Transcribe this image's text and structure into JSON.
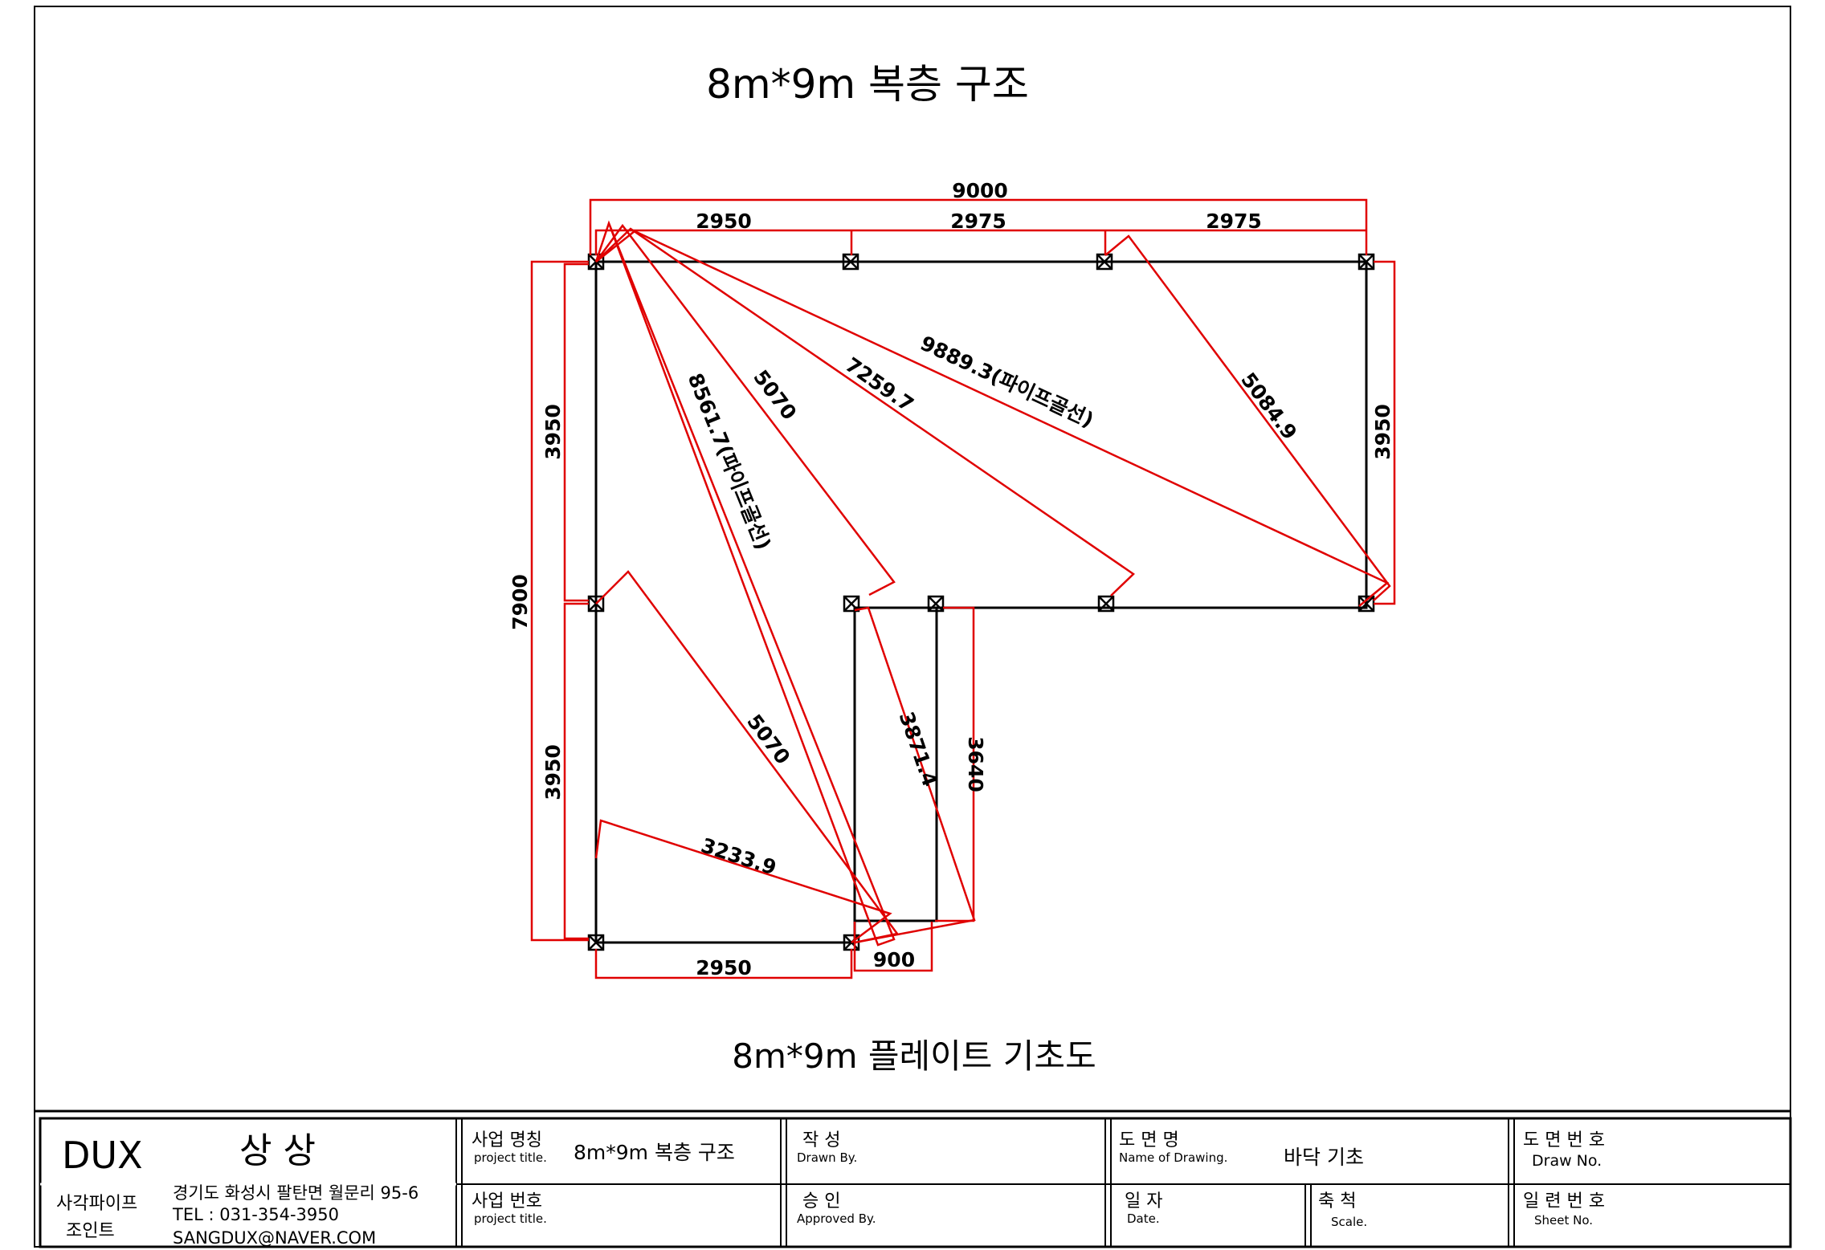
{
  "drawing": {
    "top_title": "8m*9m  복층 구조",
    "bottom_title": "8m*9m  플레이트 기초도",
    "dimensions": {
      "overall_width": "9000",
      "top_seg_1": "2950",
      "top_seg_2": "2975",
      "top_seg_3": "2975",
      "left_upper": "3950",
      "left_total": "7900",
      "left_lower": "3950",
      "right_upper": "3950",
      "bottom_left": "2950",
      "bottom_small": "900",
      "ext_height": "3640"
    },
    "diagonals": {
      "d1": "8561.7(파이프골선)",
      "d2": "5070",
      "d3": "7259.7",
      "d4": "9889.3(파이프골선)",
      "d5": "5084.9",
      "d6": "5070",
      "d7": "3871.4",
      "d8": "3233.9"
    }
  },
  "title_block": {
    "company_logo": "DUX",
    "company_name": "상 상",
    "company_line1": "사각파이프",
    "company_line2": "조인트",
    "address": "경기도 화성시 팔탄면 월문리 95-6",
    "tel": "TEL : 031-354-3950",
    "email": "SANGDUX@NAVER.COM",
    "project_name_label": "사업 명칭",
    "project_name_sub": "project title.",
    "project_name_value": "8m*9m  복층 구조",
    "project_no_label": "사업 번호",
    "project_no_sub": "project title.",
    "drawn_label": "작   성",
    "drawn_sub": "Drawn By.",
    "approved_label": "승   인",
    "approved_sub": "Approved By.",
    "drawing_name_label": "도  면  명",
    "drawing_name_sub": "Name of Drawing.",
    "drawing_name_value": "바닥 기초",
    "date_label": "일  자",
    "date_sub": "Date.",
    "scale_label": "축  척",
    "scale_sub": "Scale.",
    "draw_no_label": "도 면 번 호",
    "draw_no_sub": "Draw No.",
    "sheet_no_label": "일 련 번 호",
    "sheet_no_sub": "Sheet No."
  },
  "colors": {
    "outline": "#000000",
    "dimension": "#e00000"
  }
}
